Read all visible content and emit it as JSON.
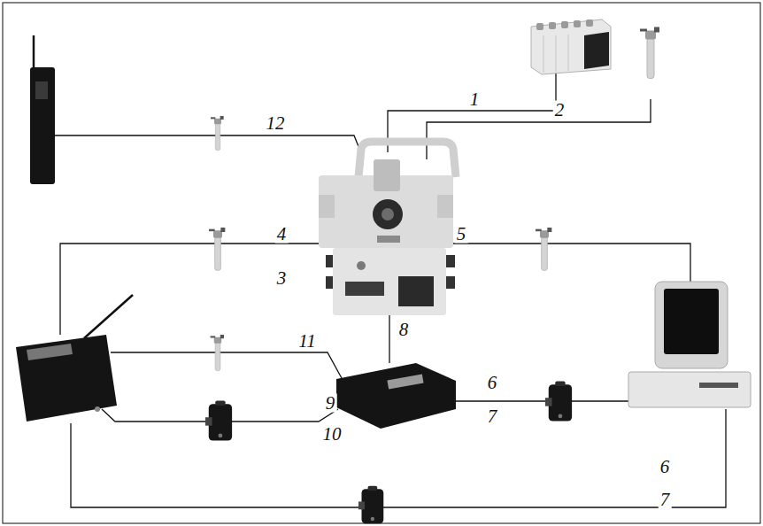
{
  "diagram": {
    "labels": [
      "1",
      "2",
      "12",
      "4",
      "5",
      "3",
      "8",
      "11",
      "6",
      "9",
      "7",
      "10",
      "6",
      "7"
    ]
  }
}
